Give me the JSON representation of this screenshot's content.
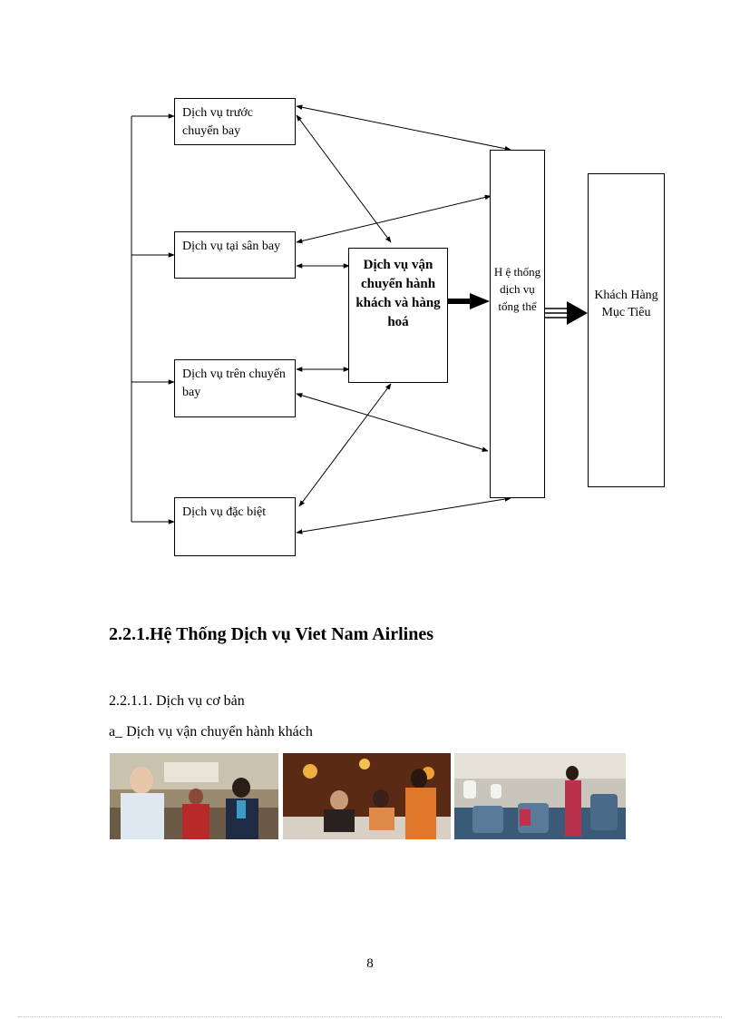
{
  "diagram": {
    "services": [
      "Dịch vụ trước chuyến bay",
      "Dịch vụ tại sân bay",
      "Dịch vụ trên chuyến bay",
      "Dịch vụ đặc biệt"
    ],
    "core": "Dịch vụ vận chuyển hành khách và hàng hoá",
    "system": "H ệ thống dịch vụ tổng thể",
    "customer": "Khách Hàng Mục Tiêu"
  },
  "section": {
    "heading": "2.2.1.Hệ Thống  Dịch vụ Viet Nam Airlines",
    "subsection": "2.2.1.1. Dịch vụ cơ bản",
    "item": "a_ Dịch vụ vận chuyển hành khách"
  },
  "photos": [
    "check-in-counter-photo",
    "restaurant-service-photo",
    "in-flight-cabin-photo"
  ],
  "page_number": "8"
}
